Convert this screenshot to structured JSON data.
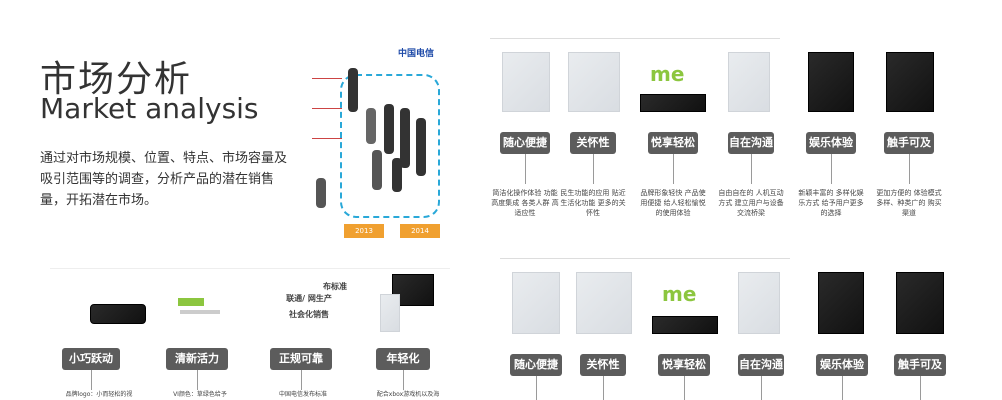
{
  "header": {
    "title_cn": "市场分析",
    "title_en": "Market analysis",
    "description": "通过对市场规模、位置、特点、市场容量及吸引范围等的调查，分析产品的潜在销售量，开拓潜在市场。"
  },
  "left_figure": {
    "brand": "中国电信",
    "years": [
      "2013",
      "2014"
    ]
  },
  "top_row": {
    "logo_text": "me",
    "tags": [
      "随心便捷",
      "关怀性",
      "悦享轻松",
      "自在沟通",
      "娱乐体验",
      "触手可及"
    ],
    "captions": [
      "简洁化操作体验 功能高度集成 各类人群 高适应性",
      "民生功能的应用 贴近生活化功能 更多的关怀性",
      "品牌形象轻快 产品使用便捷 给人轻松愉悦 的使用体验",
      "自由自在的 人机互动方式 建立用户与设备 交流桥梁",
      "新颖丰富的 多样化娱乐方式 给予用户更多 的选择",
      "更加方便的 体验模式 多样、种类广的 购买渠道"
    ]
  },
  "bottom_left": {
    "tags": [
      "小巧跃动",
      "清新活力",
      "正规可靠",
      "年轻化"
    ],
    "texts": [
      "布标准",
      "联通/ 网生产",
      "社会化销售"
    ],
    "captions": [
      "品牌logo：小而轻松的视",
      "VI颜色：草绿色给予",
      "中国电信发布标准",
      "配合xbox游戏机以及海"
    ]
  },
  "bottom_right": {
    "logo_text": "me",
    "tags": [
      "随心便捷",
      "关怀性",
      "悦享轻松",
      "自在沟通",
      "娱乐体验",
      "触手可及"
    ]
  }
}
